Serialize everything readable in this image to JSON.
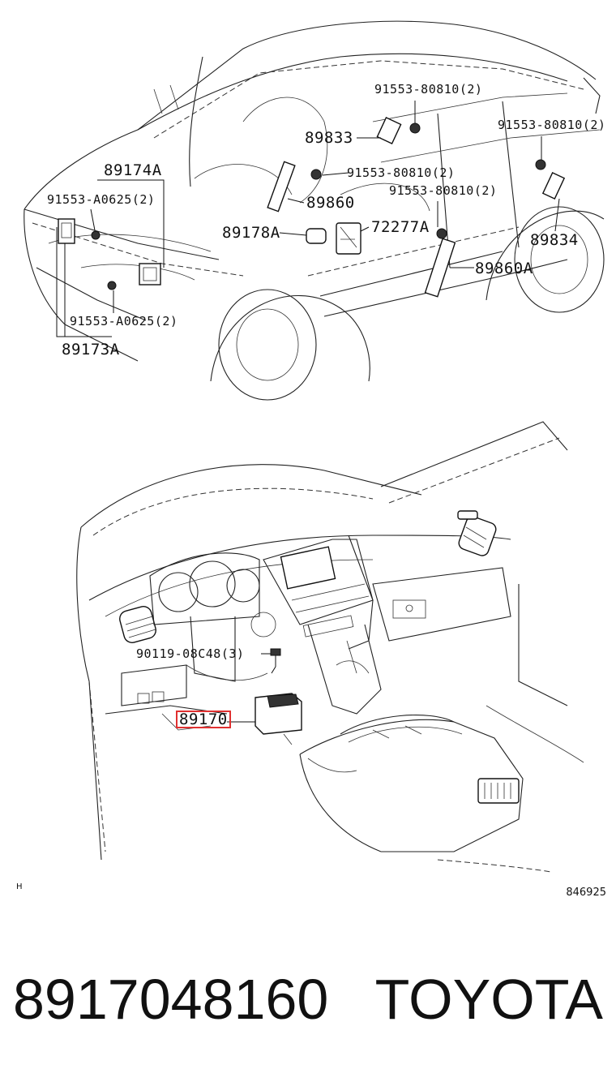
{
  "top_diagram": {
    "labels": {
      "p91553_80810_a": "91553-80810(2)",
      "p91553_80810_b": "91553-80810(2)",
      "p89833": "89833",
      "p89174a": "89174A",
      "p91553_80810_c": "91553-80810(2)",
      "p91553_a0625_a": "91553-A0625(2)",
      "p91553_80810_d": "91553-80810(2)",
      "p89860": "89860",
      "p89178a": "89178A",
      "p72277a": "72277A",
      "p89834": "89834",
      "p89860a": "89860A",
      "p91553_a0625_b": "91553-A0625(2)",
      "p89173a": "89173A"
    }
  },
  "bottom_diagram": {
    "labels": {
      "p90119": "90119-08C48(3)",
      "p89170": "89170"
    },
    "highlight_color": "#e03030"
  },
  "marker_text": "H",
  "figure_number": "846925",
  "footer": {
    "part_number": "8917048160",
    "brand": "TOYOTA"
  }
}
